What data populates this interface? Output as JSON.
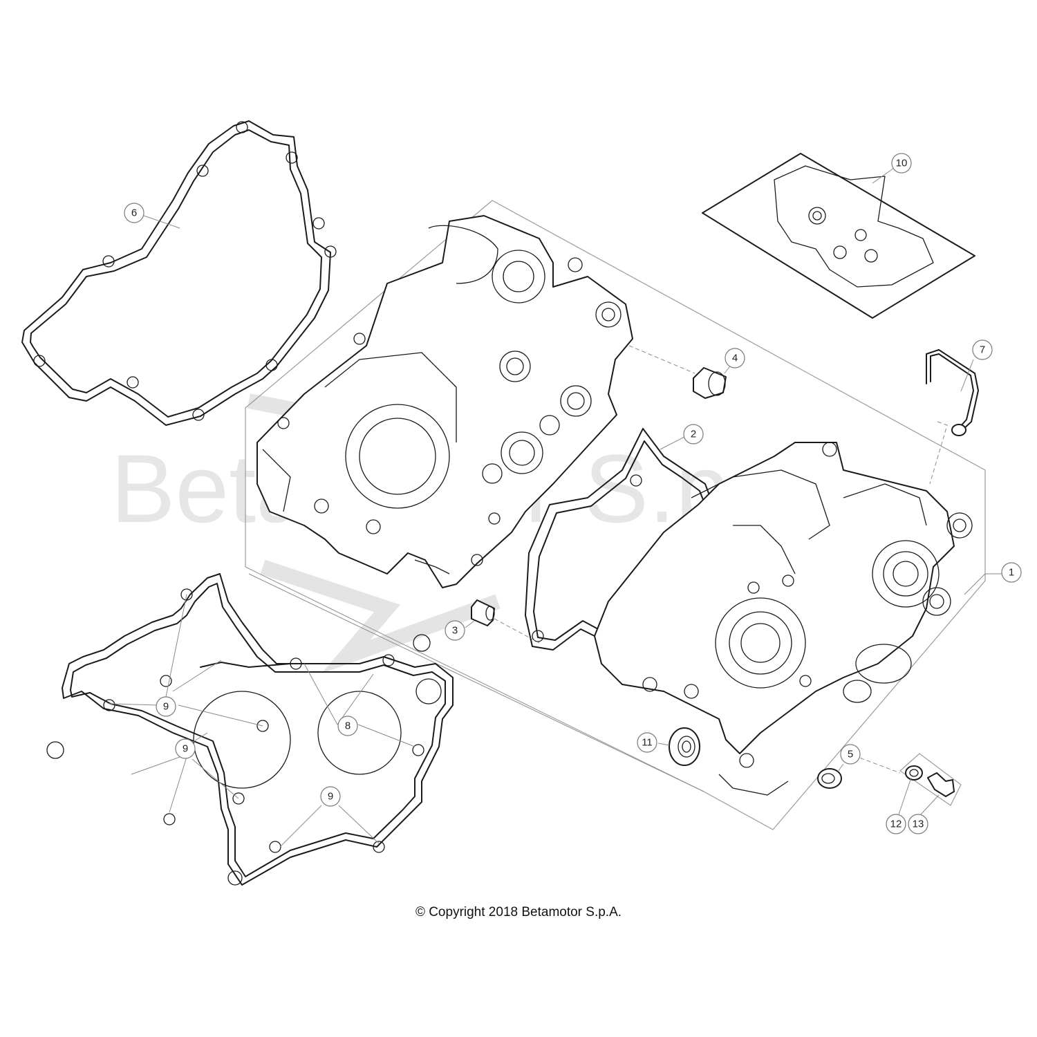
{
  "watermark": {
    "text": "Betamotor S.p.A.",
    "color": "#e6e6e6"
  },
  "copyright": "© Copyright 2018 Betamotor S.p.A.",
  "callouts": {
    "c1": "1",
    "c2": "2",
    "c3": "3",
    "c4": "4",
    "c5": "5",
    "c6": "6",
    "c7": "7",
    "c8": "8",
    "c9a": "9",
    "c9b": "9",
    "c9c": "9",
    "c10": "10",
    "c11": "11",
    "c12": "12",
    "c13": "13"
  },
  "colors": {
    "line": "#1a1a1a",
    "leader": "#8a8a8a",
    "background": "#ffffff"
  }
}
